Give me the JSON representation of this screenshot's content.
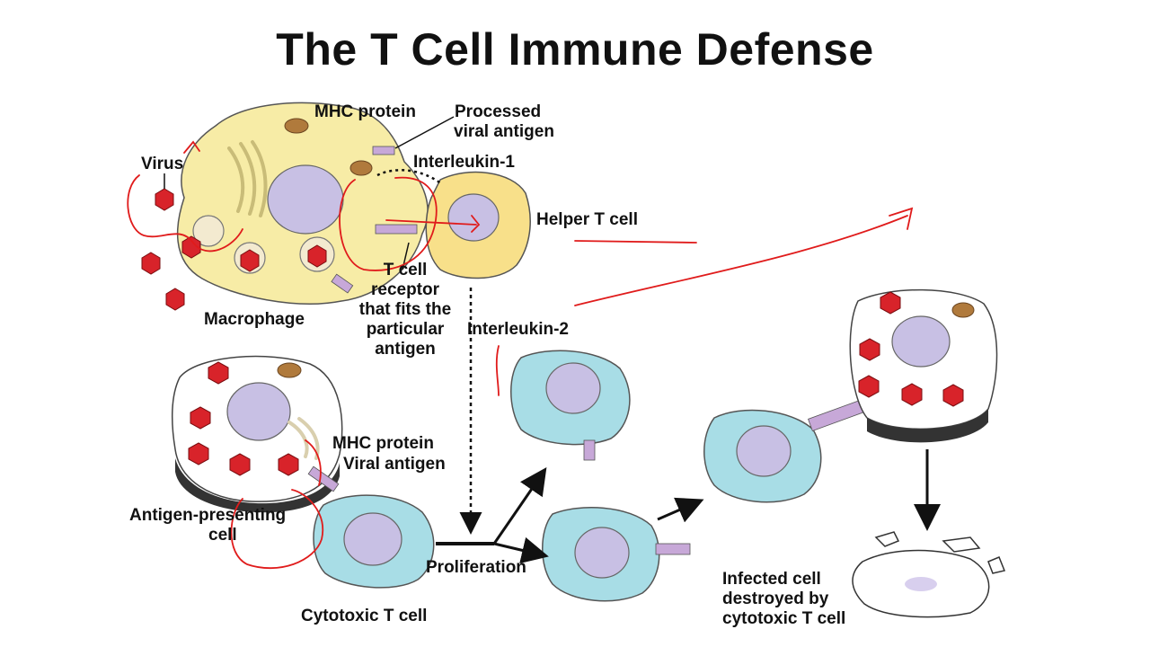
{
  "title": "The T Cell Immune Defense",
  "labels": {
    "virus": "Virus",
    "mhc_protein_top": "MHC protein",
    "processed_antigen_1": "Processed",
    "processed_antigen_2": "viral antigen",
    "interleukin_1": "Interleukin-1",
    "helper_t_cell": "Helper T cell",
    "macrophage": "Macrophage",
    "tcr_1": "T cell",
    "tcr_2": "receptor",
    "tcr_3": "that fits the",
    "tcr_4": "particular",
    "tcr_5": "antigen",
    "interleukin_2": "Interleukin-2",
    "mhc_protein_bottom": "MHC protein",
    "viral_antigen": "Viral antigen",
    "apc_1": "Antigen-presenting",
    "apc_2": "cell",
    "proliferation": "Proliferation",
    "cytotoxic_t_cell": "Cytotoxic T cell",
    "destroyed_1": "Infected cell",
    "destroyed_2": "destroyed by",
    "destroyed_3": "cytotoxic T cell"
  },
  "colors": {
    "macrophage": "#f7eca6",
    "helper_t": "#f8e08a",
    "nucleus": "#c8c0e4",
    "t_cell": "#a8dde6",
    "virus": "#d8232a",
    "annotation": "#e01b1b",
    "receptor": "#c7a8d8",
    "mitochondria": "#b07a3c"
  }
}
